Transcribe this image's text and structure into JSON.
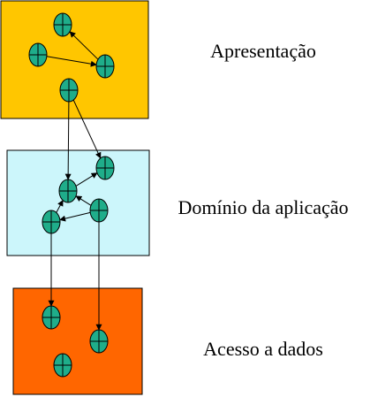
{
  "colors": {
    "node_fill": "#1fad8a",
    "line": "#000000",
    "background": "#ffffff"
  },
  "layers": [
    {
      "id": "presentation",
      "label": "Apresentação",
      "fill": "#ffc600",
      "nodes": [
        "p1",
        "p2",
        "p3",
        "p4"
      ]
    },
    {
      "id": "domain",
      "label": "Domínio da aplicação",
      "fill": "#ccf6fb",
      "nodes": [
        "d1",
        "d2",
        "d3",
        "d4"
      ]
    },
    {
      "id": "data-access",
      "label": "Acesso a dados",
      "fill": "#ff6600",
      "nodes": [
        "a1",
        "a2",
        "a3"
      ]
    }
  ],
  "links": [
    {
      "from": "p2",
      "to": "p3"
    },
    {
      "from": "p3",
      "to": "p1"
    },
    {
      "from": "p4",
      "to": "d2"
    },
    {
      "from": "p4",
      "to": "d1"
    },
    {
      "from": "d2",
      "to": "d1"
    },
    {
      "from": "d3",
      "to": "d4"
    },
    {
      "from": "d4",
      "to": "d2"
    },
    {
      "from": "d3",
      "to": "d2"
    },
    {
      "from": "d4",
      "to": "a1"
    },
    {
      "from": "d3",
      "to": "a2"
    }
  ]
}
